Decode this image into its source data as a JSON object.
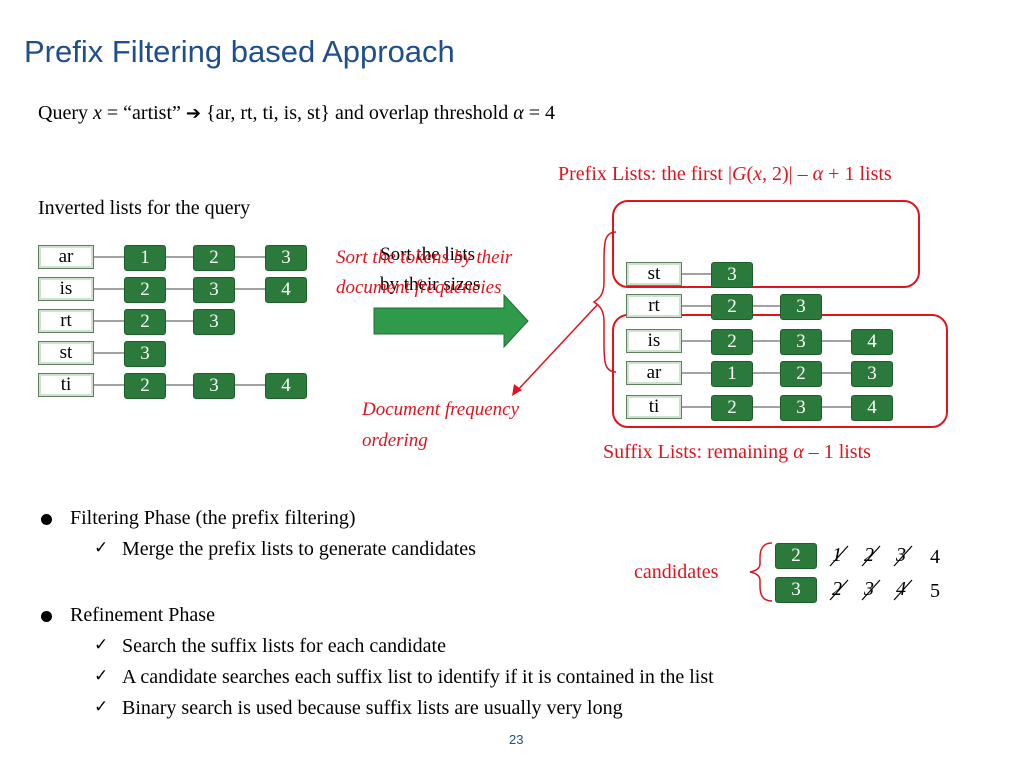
{
  "slide": {
    "title": "Prefix Filtering based Approach",
    "page_number": "23"
  },
  "query_line": {
    "prefix": "Query ",
    "var": "x",
    "middle": " = “artist” ",
    "arrow": "➔",
    "tokens": " {ar, rt, ti, is, st} and overlap threshold ",
    "alpha": "α",
    "suffix": " = 4"
  },
  "prefix_label": {
    "part1": "Prefix Lists: the first |",
    "G": "G",
    "part2": "(",
    "x": "x,",
    "part3": " 2)| – ",
    "alpha": "α",
    "part4": " + 1 lists"
  },
  "suffix_label": {
    "part1": "Suffix Lists: remaining ",
    "alpha": "α",
    "part2": " – 1 lists"
  },
  "inverted_heading": "Inverted lists for the query",
  "sort_text": {
    "black_line1": "Sort the lists",
    "black_line2": "by their sizes",
    "red_line1": "Sort the tokens by their",
    "red_line2": "document frequencies"
  },
  "doc_freq": {
    "line1": "Document frequency",
    "line2": "ordering"
  },
  "left_lists": [
    {
      "term": "ar",
      "ids": [
        "1",
        "2",
        "3"
      ]
    },
    {
      "term": "is",
      "ids": [
        "2",
        "3",
        "4"
      ]
    },
    {
      "term": "rt",
      "ids": [
        "2",
        "3"
      ]
    },
    {
      "term": "st",
      "ids": [
        "3"
      ]
    },
    {
      "term": "ti",
      "ids": [
        "2",
        "3",
        "4"
      ]
    }
  ],
  "right_lists": [
    {
      "term": "st",
      "ids": [
        "3"
      ]
    },
    {
      "term": "rt",
      "ids": [
        "2",
        "3"
      ]
    },
    {
      "term": "is",
      "ids": [
        "2",
        "3",
        "4"
      ]
    },
    {
      "term": "ar",
      "ids": [
        "1",
        "2",
        "3"
      ]
    },
    {
      "term": "ti",
      "ids": [
        "2",
        "3",
        "4"
      ]
    }
  ],
  "candidates": {
    "label": "candidates",
    "rows": [
      {
        "id": "2",
        "tally": [
          "1",
          "2",
          "3"
        ],
        "count": "4"
      },
      {
        "id": "3",
        "tally": [
          "2",
          "3",
          "4"
        ],
        "count": "5"
      }
    ]
  },
  "bullets": [
    {
      "text": "Filtering Phase (the prefix filtering)",
      "subs": [
        "Merge the prefix lists to generate candidates"
      ]
    },
    {
      "text": "Refinement Phase",
      "subs": [
        "Search the suffix lists for each candidate",
        "A candidate searches each suffix list to identify if it is contained in the list",
        "Binary search is used because suffix lists are usually very long"
      ]
    }
  ],
  "check_glyph": "✓",
  "colors": {
    "title": "#1f4e8c",
    "node": "#2b7a3b",
    "accent": "#e0141e",
    "arrow": "#2e9a4a"
  }
}
